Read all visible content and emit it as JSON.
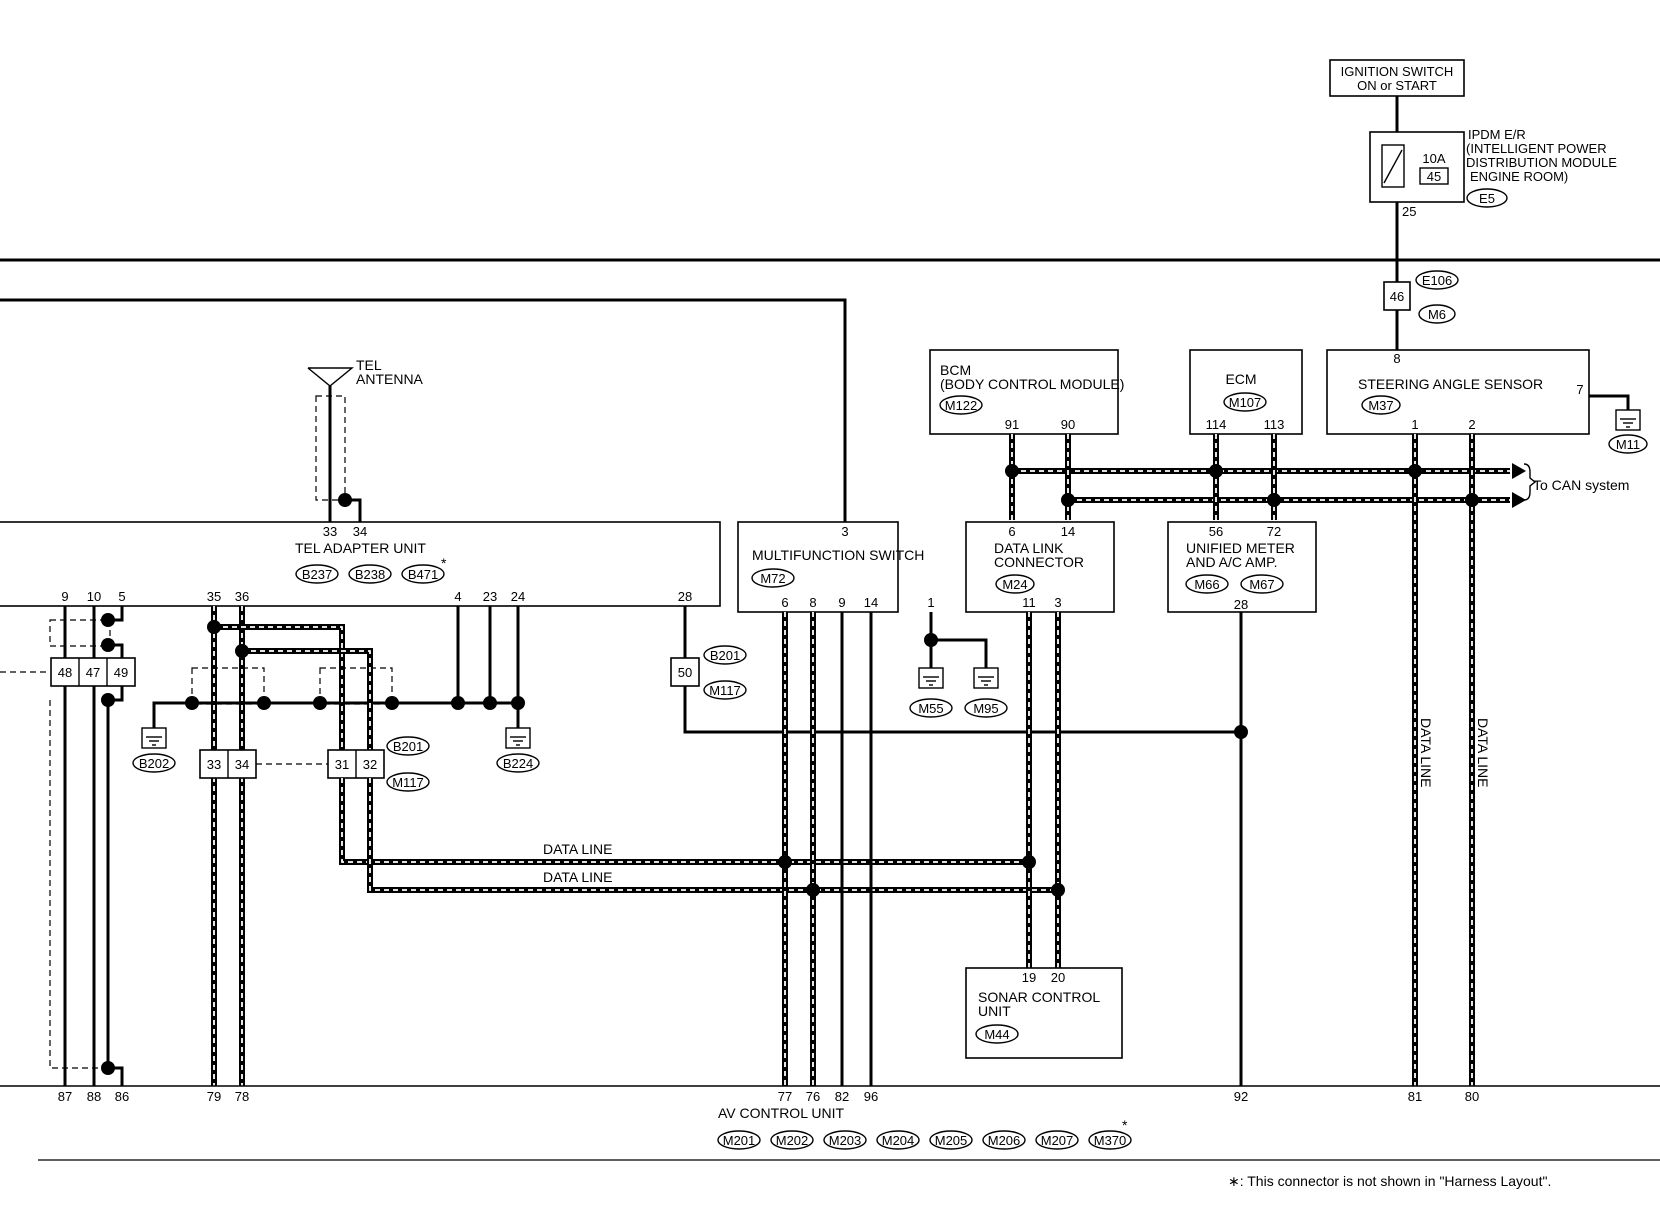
{
  "ignition": {
    "line1": "IGNITION SWITCH",
    "line2": "ON or START"
  },
  "ipdm": {
    "line1": "IPDM E/R",
    "line2": "(INTELLIGENT POWER",
    "line3": "DISTRIBUTION MODULE",
    "line4": "ENGINE ROOM)",
    "fuse": "10A",
    "fuse_no": "45",
    "conn": "E5",
    "pin": "25"
  },
  "joint46": {
    "pin": "46",
    "conn1": "E106",
    "conn2": "M6"
  },
  "bcm": {
    "line1": "BCM",
    "line2": "(BODY CONTROL MODULE)",
    "conn": "M122",
    "pins": [
      "91",
      "90"
    ]
  },
  "ecm": {
    "name": "ECM",
    "conn": "M107",
    "pins": [
      "114",
      "113"
    ]
  },
  "steering": {
    "name": "STEERING ANGLE SENSOR",
    "conn": "M37",
    "pin_top": "8",
    "pin_side": "7",
    "pins": [
      "1",
      "2"
    ],
    "ground": "M11"
  },
  "can_label": "To CAN system",
  "tel_antenna": {
    "line1": "TEL",
    "line2": "ANTENNA"
  },
  "tel_unit": {
    "name": "TEL ADAPTER UNIT",
    "conns": [
      "B237",
      "B238",
      "B471"
    ],
    "star": "*",
    "top_pins": [
      "33",
      "34"
    ],
    "bottom_pins": [
      "9",
      "10",
      "5",
      "35",
      "36",
      "4",
      "23",
      "24",
      "28"
    ]
  },
  "multifunction": {
    "name": "MULTIFUNCTION SWITCH",
    "conn": "M72",
    "top_pin": "3",
    "bottom_pins": [
      "6",
      "8",
      "9",
      "14",
      "1"
    ],
    "grounds": [
      "M55",
      "M95"
    ]
  },
  "datalink": {
    "line1": "DATA LINK",
    "line2": "CONNECTOR",
    "conn": "M24",
    "top_pins": [
      "6",
      "14"
    ],
    "bottom_pins": [
      "11",
      "3"
    ]
  },
  "meter": {
    "line1": "UNIFIED METER",
    "line2": "AND A/C AMP.",
    "conns": [
      "M66",
      "M67"
    ],
    "top_pins": [
      "56",
      "72"
    ],
    "bottom_pin": "28"
  },
  "joint_left": {
    "pins": [
      "48",
      "47",
      "49"
    ]
  },
  "joint50": {
    "pin": "50",
    "conn1": "B201",
    "conn2": "M117"
  },
  "joint3334": {
    "pins": [
      "33",
      "34"
    ]
  },
  "joint3132": {
    "pins": [
      "31",
      "32"
    ],
    "conn1": "B201",
    "conn2": "M117"
  },
  "grounds": {
    "b202": "B202",
    "b224": "B224"
  },
  "data_line": "DATA LINE",
  "sonar": {
    "line1": "SONAR CONTROL",
    "line2": "UNIT",
    "conn": "M44",
    "pins": [
      "19",
      "20"
    ]
  },
  "av": {
    "name": "AV CONTROL UNIT",
    "pins": [
      "87",
      "88",
      "86",
      "79",
      "78",
      "77",
      "76",
      "82",
      "96",
      "92",
      "81",
      "80"
    ],
    "conns": [
      "M201",
      "M202",
      "M203",
      "M204",
      "M205",
      "M206",
      "M207",
      "M370"
    ],
    "star": "*"
  },
  "footnote": "∗: This connector is not shown in \"Harness Layout\"."
}
